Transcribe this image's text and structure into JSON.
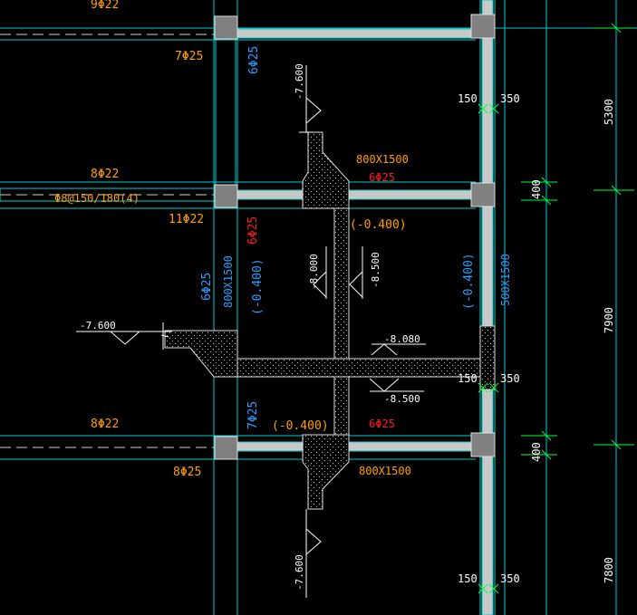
{
  "colors": {
    "background": "#000000",
    "grid_cyan": "#00d0d0",
    "grid_dim": "#40a0a0",
    "beam_fill": "#c8c8c8",
    "column_fill": "#808080",
    "rebar_orange": "#ff9f00",
    "rebar_red": "#ff1a1a",
    "level_blue": "#2aa0ff",
    "white": "#ffffff",
    "dim_green": "#00ff40"
  },
  "labels": {
    "top_rebar": "9Φ22",
    "rebar_7phi25": "7Φ25",
    "rebar_6phi25_v1": "6Φ25",
    "section_1": "800X1500",
    "rebar_6phi25_red1": "6Φ25",
    "rebar_8phi22_1": "8Φ22",
    "stirrup": "Φ8@150/180(4)",
    "rebar_11phi22": "11Φ22",
    "rebar_6phi25_red_v": "6Φ25",
    "level_m0400_a": "(-0.400)",
    "rebar_6phi25_v2": "6Φ25",
    "section_v1": "800X1500",
    "level_m0400_v1": "(-0.400)",
    "level_m0400_v2": "(-0.400)",
    "section_v2": "500X1500",
    "elev_m7600_top": "-7.600",
    "elev_m8000": "-8.000",
    "elev_m8500_v": "-8.500",
    "elev_m7600_left": "-7.600",
    "elev_m8080": "-8.080",
    "elev_m8500_h": "-8.500",
    "rebar_8phi22_2": "8Φ22",
    "rebar_7phi25_v": "7Φ25",
    "level_m0400_b": "(-0.400)",
    "rebar_6phi25_red2": "6Φ25",
    "rebar_8phi25": "8Φ25",
    "section_2": "800X1500",
    "elev_m7600_bottom": "-7.600",
    "dim_150_1": "150",
    "dim_350_1": "350",
    "dim_150_2": "150",
    "dim_350_2": "350",
    "dim_150_3": "150",
    "dim_350_3": "350",
    "dim_400_1": "400",
    "dim_400_2": "400",
    "dim_5300": "5300",
    "dim_7900": "7900",
    "dim_7800": "7800"
  }
}
